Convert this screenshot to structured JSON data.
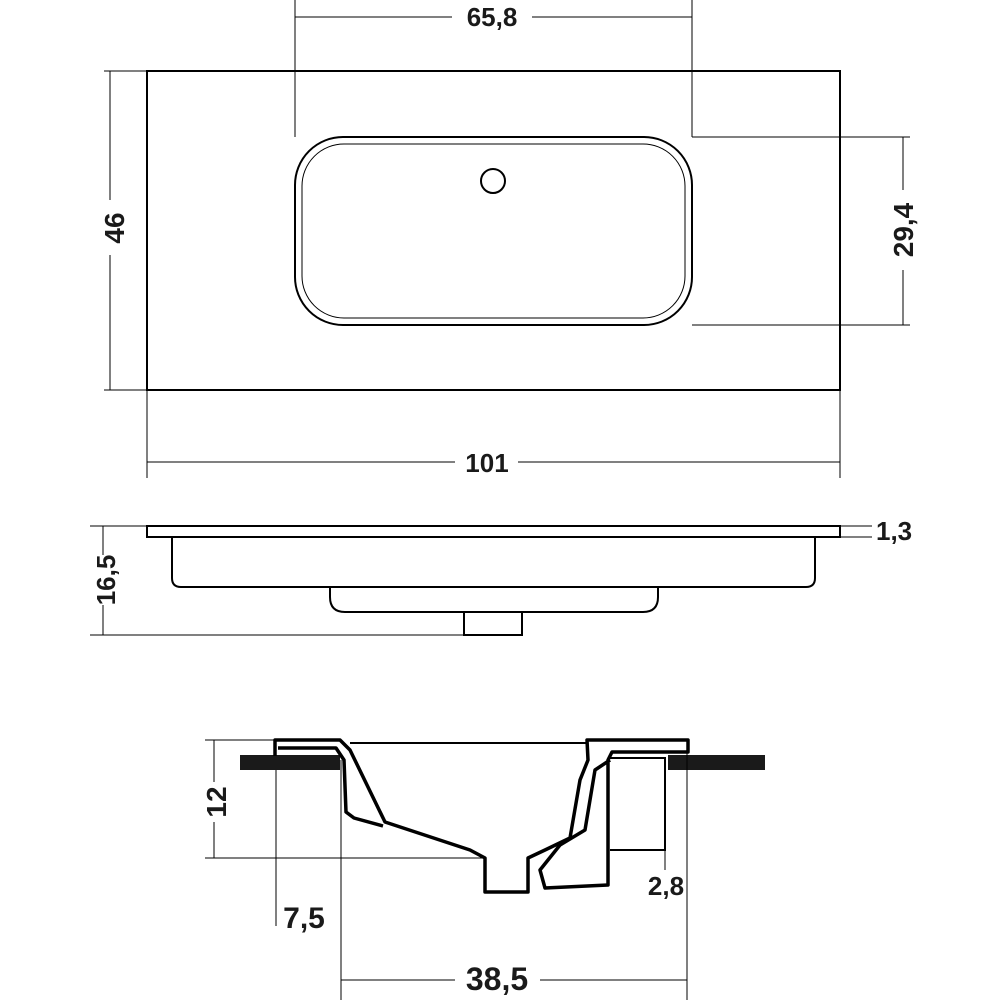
{
  "dimensions": {
    "top_width": "101",
    "top_depth": "46",
    "basin_width": "65,8",
    "basin_depth": "29,4",
    "total_height": "16,5",
    "slab_thickness": "1,3",
    "section_height": "12",
    "section_offset": "7,5",
    "section_depth": "38,5",
    "counter_thickness": "2,8"
  }
}
